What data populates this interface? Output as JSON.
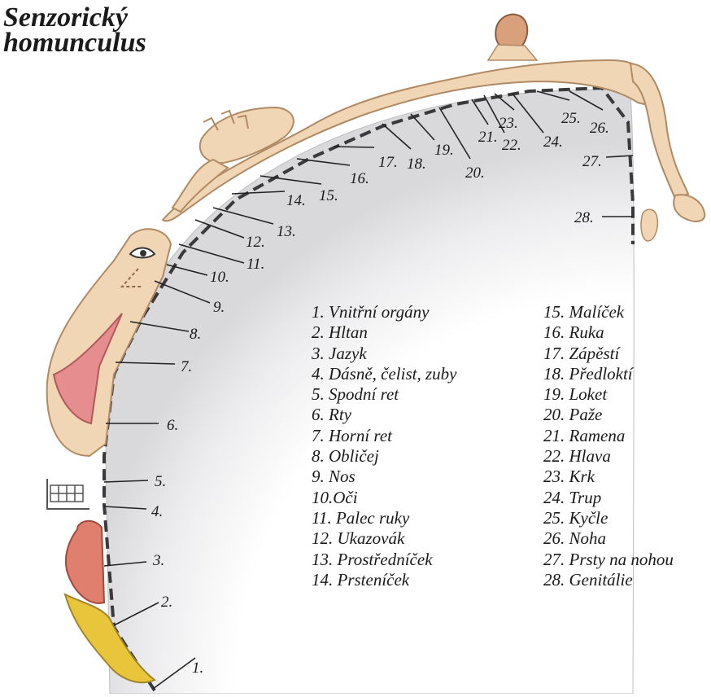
{
  "title": {
    "line1": "Senzorický",
    "line2": "homunculus"
  },
  "colors": {
    "skin": "#f0d6b4",
    "skin_outline": "#b08a64",
    "brain": "#e4e4e6",
    "lips": "#e58d8f",
    "tongue": "#e07f6e",
    "pharynx": "#e8c53a"
  },
  "labels": [
    {
      "number": "1.",
      "name": "Vnitřní orgány"
    },
    {
      "number": "2.",
      "name": "Hltan"
    },
    {
      "number": "3.",
      "name": "Jazyk"
    },
    {
      "number": "4.",
      "name": "Dásně, čelist, zuby"
    },
    {
      "number": "5.",
      "name": "Spodní ret"
    },
    {
      "number": "6.",
      "name": "Rty"
    },
    {
      "number": "7.",
      "name": "Horní ret"
    },
    {
      "number": "8.",
      "name": "Obličej"
    },
    {
      "number": "9.",
      "name": "Nos"
    },
    {
      "number": "10.",
      "name": "Oči"
    },
    {
      "number": "11.",
      "name": "Palec ruky"
    },
    {
      "number": "12.",
      "name": "Ukazovák"
    },
    {
      "number": "13.",
      "name": "Prostředníček"
    },
    {
      "number": "14.",
      "name": "Prsteníček"
    },
    {
      "number": "15.",
      "name": "Malíček"
    },
    {
      "number": "16.",
      "name": "Ruka"
    },
    {
      "number": "17.",
      "name": "Zápěstí"
    },
    {
      "number": "18.",
      "name": "Předloktí"
    },
    {
      "number": "19.",
      "name": "Loket"
    },
    {
      "number": "20.",
      "name": "Paže"
    },
    {
      "number": "21.",
      "name": "Ramena"
    },
    {
      "number": "22.",
      "name": "Hlava"
    },
    {
      "number": "23.",
      "name": "Krk"
    },
    {
      "number": "24.",
      "name": "Trup"
    },
    {
      "number": "25.",
      "name": "Kyčle"
    },
    {
      "number": "26.",
      "name": "Noha"
    },
    {
      "number": "27.",
      "name": "Prsty na nohou"
    },
    {
      "number": "28.",
      "name": "Genitálie"
    }
  ]
}
